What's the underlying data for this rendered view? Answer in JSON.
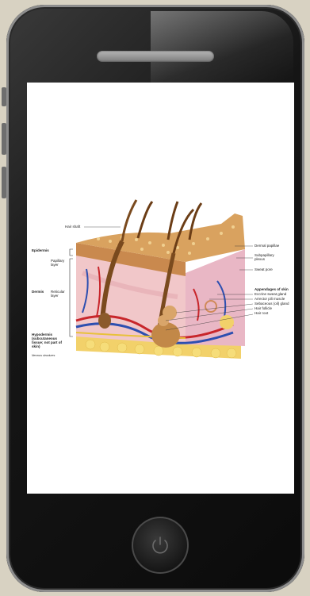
{
  "device": {
    "home_button_icon": "power-icon"
  },
  "figure": {
    "labels": {
      "hair_shaft": "Hair shaft",
      "epidermis": "Epidermis",
      "papillary_layer": "Papillary layer",
      "dermis": "Dermis",
      "reticular_layer": "Reticular layer",
      "hypodermis": "Hypodermis (subcutaneous tissue; not part of skin)",
      "nervous_structures": "Nervous structures",
      "dermal_papillae": "Dermal papillae",
      "subpapillary_plexus": "Subpapillary plexus",
      "sweat_pore": "Sweat pore",
      "appendages_title": "Appendages of skin",
      "eccrine_sweat_gland": "Eccrine sweat gland",
      "arrector_pili_muscle": "Arrector pili muscle",
      "sebaceous_gland": "Sebaceous (oil) gland",
      "hair_follicle": "Hair follicle",
      "hair_root": "Hair root"
    }
  }
}
